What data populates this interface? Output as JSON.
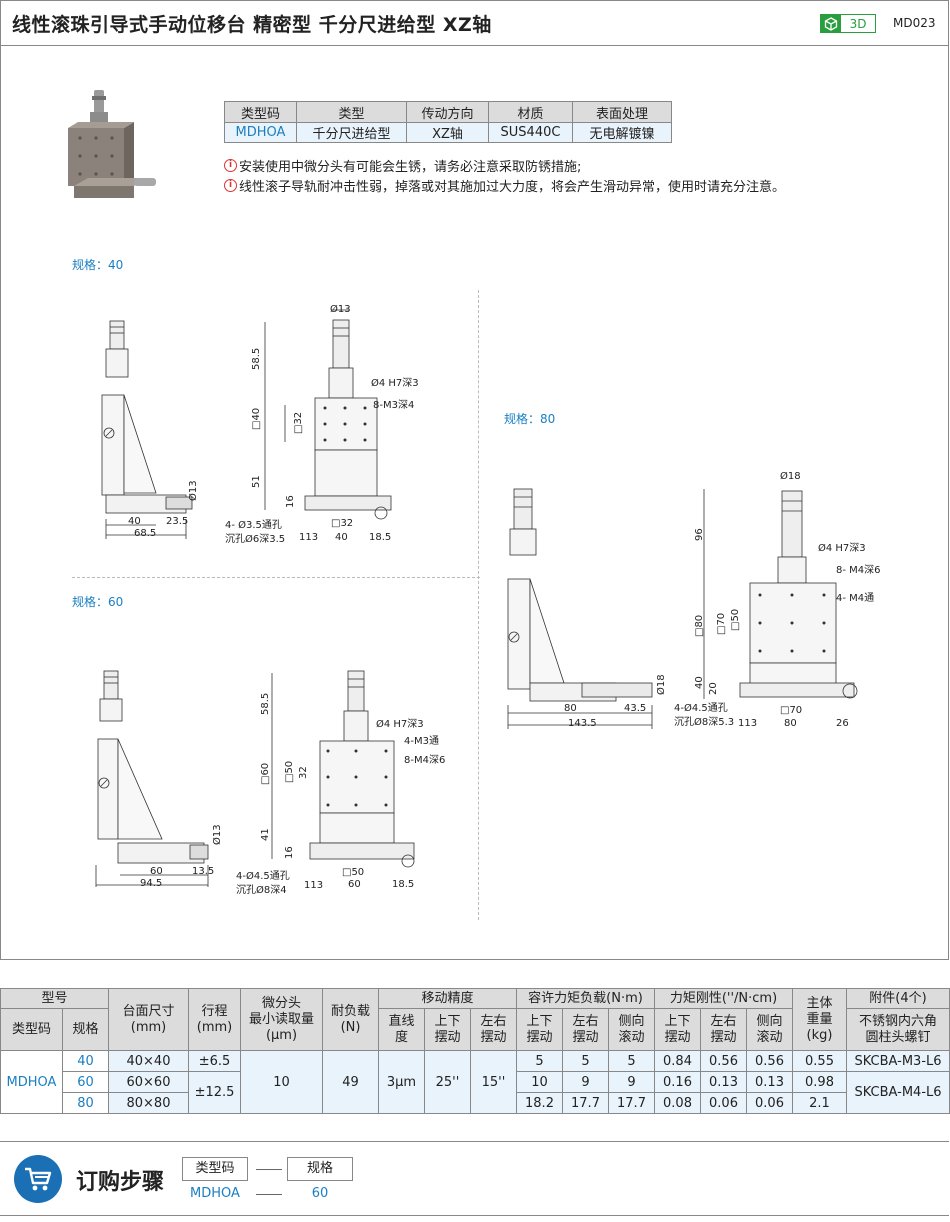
{
  "header": {
    "title": "线性滚珠引导式手动位移台   精密型   千分尺进给型   XZ轴",
    "badge": "3D",
    "code": "MD023"
  },
  "spec_table": {
    "headers": [
      "类型码",
      "类型",
      "传动方向",
      "材质",
      "表面处理"
    ],
    "row": [
      "MDHOA",
      "千分尺进给型",
      "XZ轴",
      "SUS440C",
      "无电解镀镍"
    ]
  },
  "notes": [
    "安装使用中微分头有可能会生锈，请务必注意采取防锈措施;",
    "线性滚子导轨耐冲击性弱，掉落或对其施加过大力度，将会产生滑动异常，使用时请充分注意。"
  ],
  "icons": {
    "note": "info-icon",
    "cart": "shopping-cart-icon",
    "badge": "cube-icon"
  },
  "colors": {
    "accent_blue": "#1a7fc2",
    "badge_green": "#2a9d3e",
    "header_gray": "#dcdcdc",
    "cell_blue": "#e9f3fb"
  },
  "spec_labels": {
    "s40": "规格：40",
    "s60": "规格：60",
    "s80": "规格：80"
  },
  "drawing40": {
    "side": {
      "d13": "Ø13",
      "w40": "40",
      "w23": "23.5",
      "total": "68.5"
    },
    "front": {
      "d13": "Ø13",
      "h58": "58.5",
      "h40": "□40",
      "h32": "□32",
      "h51": "51",
      "h16": "16",
      "hole1": "Ø4 H7深3",
      "hole2": "8-M3深4",
      "holes": "4- Ø3.5通孔",
      "counter": "沉孔Ø6深3.5",
      "b113": "113",
      "b40": "40",
      "b18": "18.5",
      "b32": "□32"
    }
  },
  "drawing60": {
    "side": {
      "d13": "Ø13",
      "w60": "60",
      "w13": "13.5",
      "total": "94.5"
    },
    "front": {
      "h58": "58.5",
      "h60": "□60",
      "h50": "□50",
      "h32": "32",
      "h41": "41",
      "h16": "16",
      "hole1": "Ø4 H7深3",
      "hole2": "4-M3通",
      "hole3": "8-M4深6",
      "holes": "4-Ø4.5通孔",
      "counter": "沉孔Ø8深4",
      "b113": "113",
      "b60": "60",
      "b18": "18.5",
      "b50": "□50"
    }
  },
  "drawing80": {
    "side": {
      "d18": "Ø18",
      "w80": "80",
      "w43": "43.5",
      "total": "143.5"
    },
    "front": {
      "d18": "Ø18",
      "h96": "96",
      "h80": "□80",
      "h70": "□70",
      "h50": "□50",
      "h40": "40",
      "h20": "20",
      "hole1": "Ø4 H7深3",
      "hole2": "8- M4深6",
      "hole3": "4- M4通",
      "holes": "4-Ø4.5通孔",
      "counter": "沉孔Ø8深5.3",
      "b113": "113",
      "b80": "80",
      "b26": "26",
      "b70": "□70"
    }
  },
  "main_table": {
    "group_headers": {
      "model": "型号",
      "table_size": "台面尺寸\n(mm)",
      "stroke": "行程\n(mm)",
      "micro": "微分头\n最小读取量\n(μm)",
      "load": "耐负载\n(N)",
      "accuracy": "移动精度",
      "moment": "容许力矩负载(N·m)",
      "rigidity": "力矩刚性(''/N·cm)",
      "weight": "主体\n重量\n(kg)",
      "accessory": "附件(4个)"
    },
    "sub_headers": {
      "type_code": "类型码",
      "spec": "规格",
      "straight": "直线\n度",
      "pitch": "上下\n摆动",
      "yaw": "左右\n摆动",
      "m_pitch": "上下\n摆动",
      "m_yaw": "左右\n摆动",
      "m_roll": "侧向\n滚动",
      "r_pitch": "上下\n摆动",
      "r_yaw": "左右\n摆动",
      "r_roll": "侧向\n滚动",
      "screw": "不锈钢内六角\n圆柱头螺钉"
    },
    "type_code": "MDHOA",
    "micro": "10",
    "load": "49",
    "straight": "3μm",
    "pitch": "25''",
    "yaw": "15''",
    "stroke_40": "±6.5",
    "stroke_6080": "±12.5",
    "screw_40": "SKCBA-M3-L6",
    "screw_6080": "SKCBA-M4-L6",
    "rows": [
      {
        "spec": "40",
        "size": "40×40",
        "m1": "5",
        "m2": "5",
        "m3": "5",
        "r1": "0.84",
        "r2": "0.56",
        "r3": "0.56",
        "weight": "0.55"
      },
      {
        "spec": "60",
        "size": "60×60",
        "m1": "10",
        "m2": "9",
        "m3": "9",
        "r1": "0.16",
        "r2": "0.13",
        "r3": "0.13",
        "weight": "0.98"
      },
      {
        "spec": "80",
        "size": "80×80",
        "m1": "18.2",
        "m2": "17.7",
        "m3": "17.7",
        "r1": "0.08",
        "r2": "0.06",
        "r3": "0.06",
        "weight": "2.1"
      }
    ]
  },
  "order": {
    "title": "订购步骤",
    "box1": "类型码",
    "box2": "规格",
    "val1": "MDHOA",
    "val2": "60"
  }
}
